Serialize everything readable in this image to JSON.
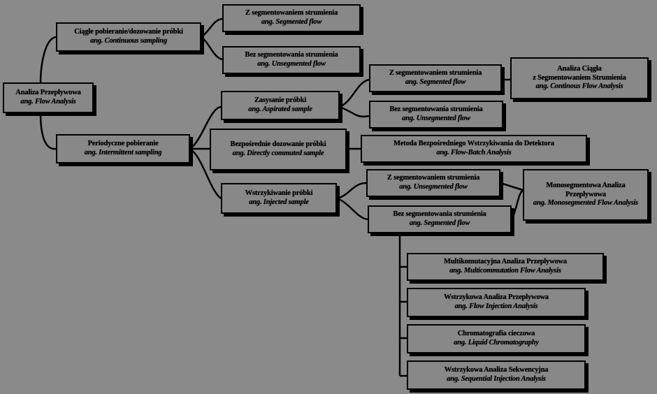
{
  "diagram": {
    "root": {
      "title": "Analiza Przepływowa",
      "en": "ang. Flow Analysis"
    },
    "continuous": {
      "title": "Ciągłe pobieranie/dozowanie próbki",
      "en": "ang. Continuous sampling"
    },
    "cont_segmented": {
      "title": "Z segmentowaniem strumienia",
      "en": "ang. Segmented flow"
    },
    "cont_unsegmented": {
      "title": "Bez segmentowania strumienia",
      "en": "ang. Unsegmented flow"
    },
    "intermittent": {
      "title": "Periodyczne pobieranie",
      "en": "ang. Intermittent sampling"
    },
    "aspirated": {
      "title": "Zasysanie próbki",
      "en": "ang. Aspirated sample"
    },
    "asp_segmented": {
      "title": "Z segmentowaniem strumienia",
      "en": "ang. Segmented flow"
    },
    "asp_unsegmented": {
      "title": "Bez segmentowania strumienia",
      "en": "ang. Unsegmented flow"
    },
    "cfa": {
      "title": "Analiza Ciągła",
      "subtitle": "z Segmentowaniem Strumienia",
      "en": "ang. Continous Flow Analysis"
    },
    "direct": {
      "title": "Bezpośrednie dozowanie próbki",
      "en": "ang. Directly commuted sample"
    },
    "fba": {
      "title": "Metoda Bezpośredniego Wstrzykiwania do Detektora",
      "en": "ang. Flow-Batch Analysis"
    },
    "injected": {
      "title": "Wstrzykiwanie próbki",
      "en": "ang. Injected sample"
    },
    "inj_unsegmented": {
      "title": "Z segmentowaniem strumienia",
      "en": "ang. Unsegmented flow"
    },
    "inj_segmented": {
      "title": "Bez segmentowania strumienia",
      "en": "ang. Segmented flow"
    },
    "monosegmented": {
      "title": "Monosegmentowa Analiza Przepływowa",
      "en": "ang. Monosegmented Flow Analysis"
    },
    "multicommutation": {
      "title": "Multikomutacyjna Analiza Przepływowa",
      "en": "ang. Multicommutation Flow Analysis"
    },
    "fia": {
      "title": "Wstrzykowa Analiza Przepływowa",
      "en": "ang. Flow Injection Analysis"
    },
    "lc": {
      "title": "Chromatografia cieczowa",
      "en": "ang. Liquid Chromatography"
    },
    "sia": {
      "title": "Wstrzykowa Analiza Sekwencyjna",
      "en": "ang. Sequential Injection Analysis"
    }
  }
}
